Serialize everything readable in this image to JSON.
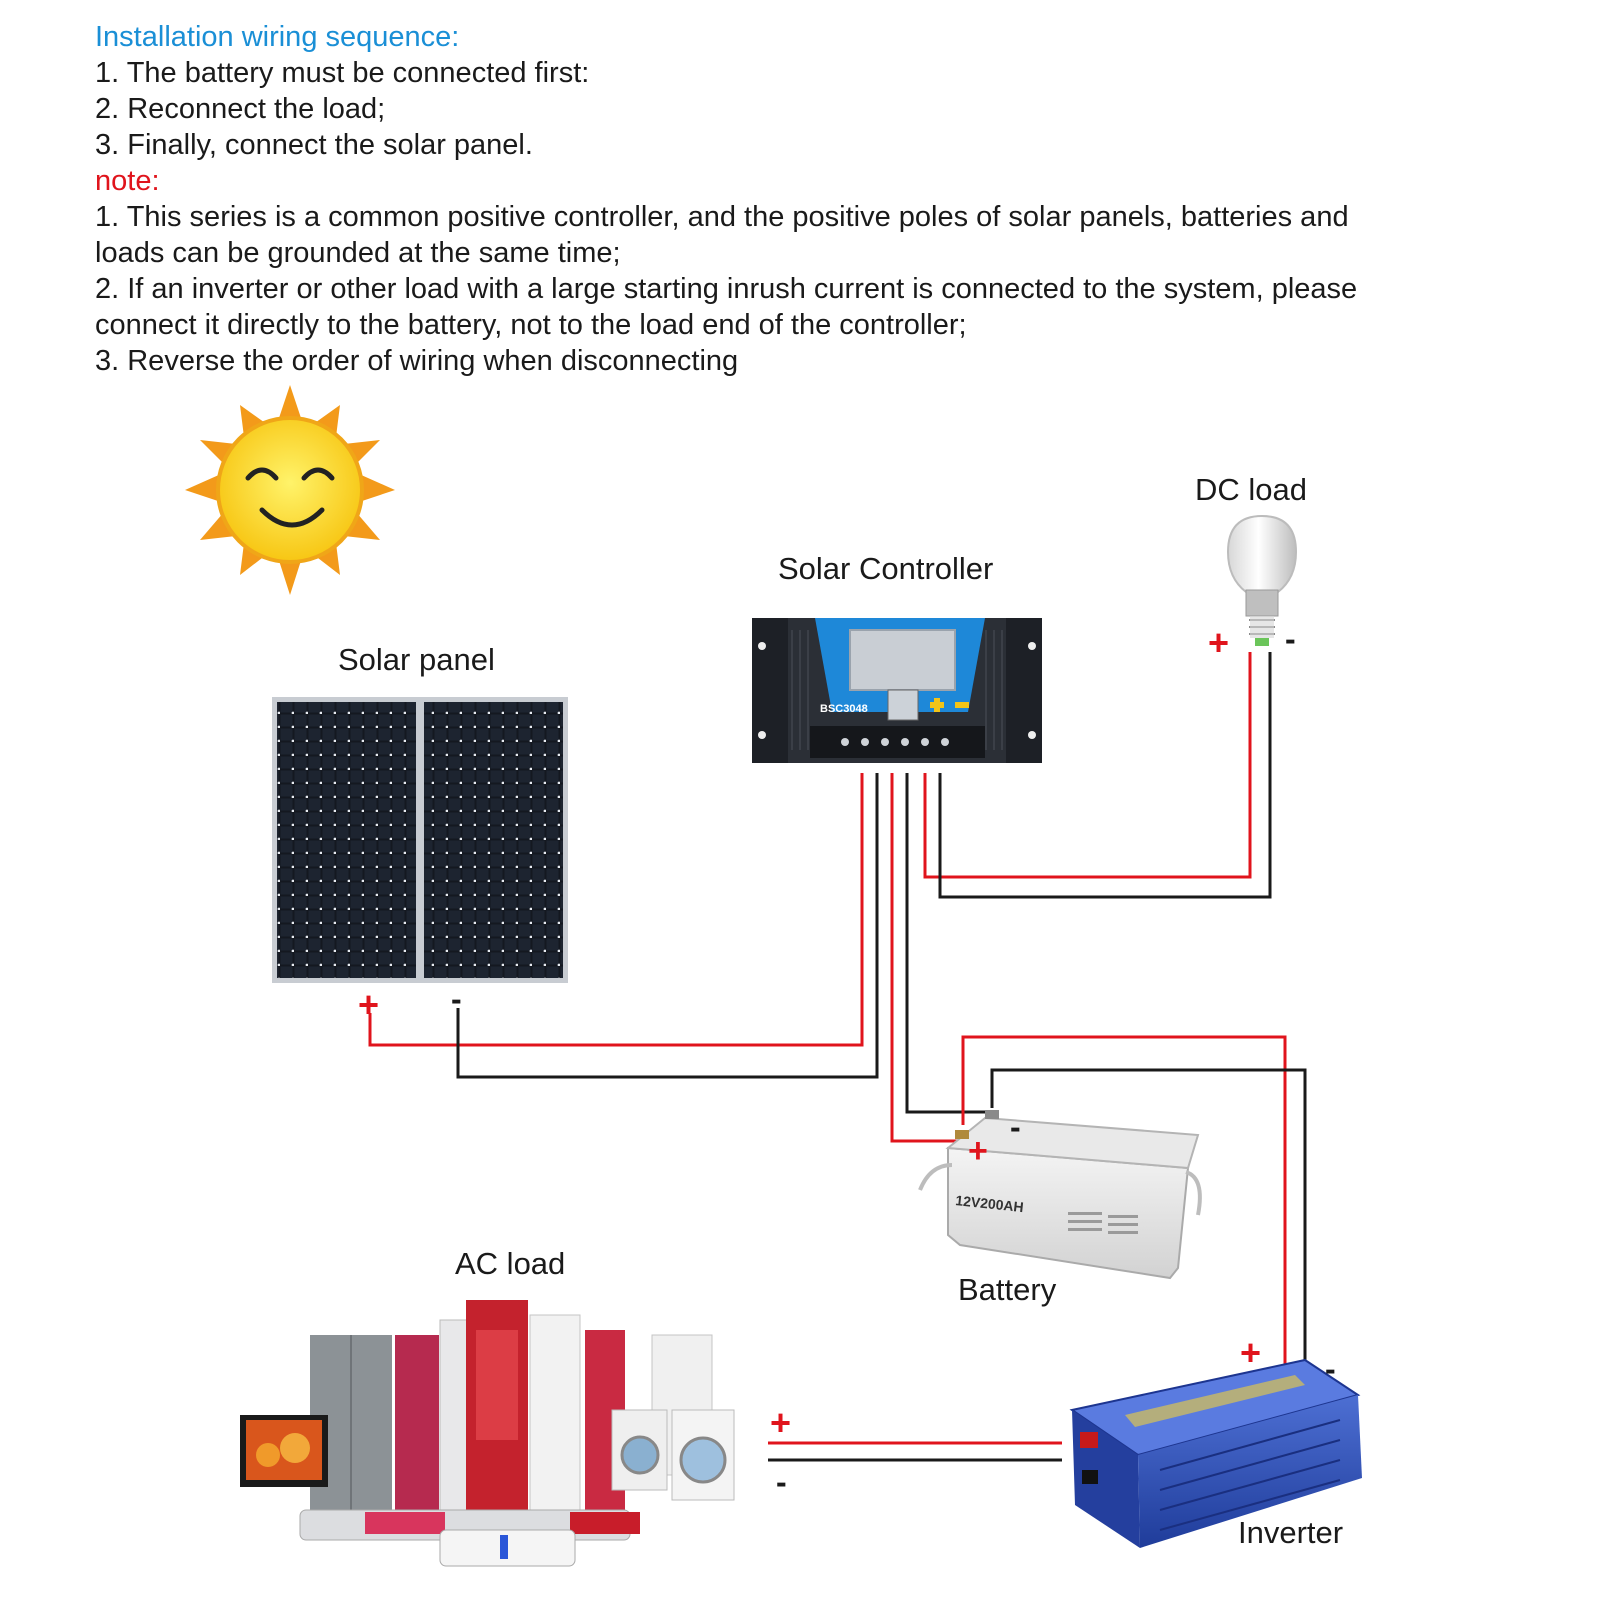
{
  "instructions": {
    "heading": "Installation wiring sequence:",
    "steps": [
      "1. The battery must be connected first:",
      "2. Reconnect the load;",
      "3. Finally, connect the solar panel."
    ],
    "note_heading": "note:",
    "notes": [
      "1. This series is a common positive controller, and the positive poles of solar panels, batteries and",
      "loads can be grounded at the same time;",
      "2. If an inverter or other load with a large starting inrush current is connected to the system, please",
      "connect it directly to the battery, not to the load end of the controller;",
      "3. Reverse the order of wiring when disconnecting"
    ]
  },
  "labels": {
    "solar_panel": "Solar panel",
    "solar_controller": "Solar Controller",
    "dc_load": "DC load",
    "battery": "Battery",
    "ac_load": "AC load",
    "inverter": "Inverter"
  },
  "device_text": {
    "controller_model": "BSC3048",
    "battery_rating": "12V200AH"
  },
  "polarity": {
    "plus": "+",
    "minus": "-"
  },
  "colors": {
    "heading": "#1a8fd6",
    "note": "#e0141c",
    "positive_wire": "#e0141c",
    "negative_wire": "#1a1a1a",
    "controller_accent": "#1e88d8",
    "inverter_body": "#2a4fb8"
  }
}
